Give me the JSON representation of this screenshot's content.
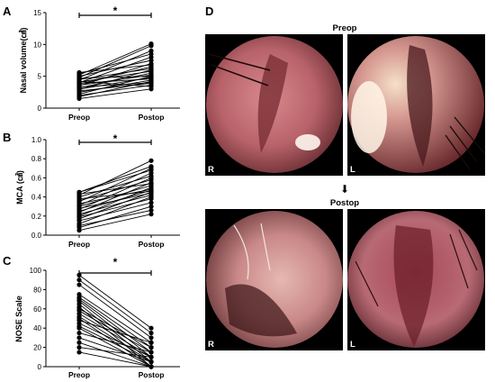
{
  "panels": {
    "A": {
      "label": "A"
    },
    "B": {
      "label": "B"
    },
    "C": {
      "label": "C"
    },
    "D": {
      "label": "D"
    }
  },
  "significance_mark": "*",
  "endoscopy": {
    "preop_title": "Preop",
    "postop_title": "Postop",
    "right_label": "R",
    "left_label": "L",
    "arrow": "⬇",
    "colors": {
      "mucosa": "#c9707a",
      "dark": "#2a1010",
      "bright": "#fff3e6"
    }
  },
  "chart_data": [
    {
      "type": "line",
      "panel": "A",
      "categories": [
        "Preop",
        "Postop"
      ],
      "ylabel": "Nasal volume(㎤)",
      "ylim": [
        0,
        15
      ],
      "yticks": [
        0,
        5,
        10,
        15
      ],
      "grid": false,
      "series": [
        {
          "values": [
            1.5,
            3.0
          ]
        },
        {
          "values": [
            1.8,
            4.2
          ]
        },
        {
          "values": [
            2.0,
            3.6
          ]
        },
        {
          "values": [
            2.2,
            5.0
          ]
        },
        {
          "values": [
            2.5,
            4.4
          ]
        },
        {
          "values": [
            2.7,
            3.9
          ]
        },
        {
          "values": [
            2.9,
            6.0
          ]
        },
        {
          "values": [
            3.0,
            4.8
          ]
        },
        {
          "values": [
            3.2,
            5.5
          ]
        },
        {
          "values": [
            3.3,
            4.0
          ]
        },
        {
          "values": [
            3.5,
            7.0
          ]
        },
        {
          "values": [
            3.6,
            5.2
          ]
        },
        {
          "values": [
            3.8,
            6.5
          ]
        },
        {
          "values": [
            3.9,
            4.6
          ]
        },
        {
          "values": [
            4.0,
            8.0
          ]
        },
        {
          "values": [
            4.1,
            5.8
          ]
        },
        {
          "values": [
            4.2,
            3.4
          ]
        },
        {
          "values": [
            4.4,
            9.0
          ]
        },
        {
          "values": [
            4.5,
            6.2
          ]
        },
        {
          "values": [
            4.7,
            5.0
          ]
        },
        {
          "values": [
            4.8,
            9.8
          ]
        },
        {
          "values": [
            5.0,
            7.5
          ]
        },
        {
          "values": [
            5.2,
            10.1
          ]
        },
        {
          "values": [
            5.4,
            8.5
          ]
        },
        {
          "values": [
            5.6,
            6.8
          ]
        }
      ]
    },
    {
      "type": "line",
      "panel": "B",
      "categories": [
        "Preop",
        "Postop"
      ],
      "ylabel": "MCA (㎠)",
      "ylim": [
        0.0,
        1.0
      ],
      "yticks": [
        0.0,
        0.2,
        0.4,
        0.6,
        0.8,
        1.0
      ],
      "grid": false,
      "series": [
        {
          "values": [
            0.05,
            0.22
          ]
        },
        {
          "values": [
            0.08,
            0.3
          ]
        },
        {
          "values": [
            0.1,
            0.26
          ]
        },
        {
          "values": [
            0.12,
            0.4
          ]
        },
        {
          "values": [
            0.15,
            0.34
          ]
        },
        {
          "values": [
            0.17,
            0.45
          ]
        },
        {
          "values": [
            0.19,
            0.38
          ]
        },
        {
          "values": [
            0.2,
            0.5
          ]
        },
        {
          "values": [
            0.22,
            0.42
          ]
        },
        {
          "values": [
            0.24,
            0.55
          ]
        },
        {
          "values": [
            0.25,
            0.47
          ]
        },
        {
          "values": [
            0.27,
            0.6
          ]
        },
        {
          "values": [
            0.28,
            0.44
          ]
        },
        {
          "values": [
            0.3,
            0.52
          ]
        },
        {
          "values": [
            0.31,
            0.65
          ]
        },
        {
          "values": [
            0.33,
            0.48
          ]
        },
        {
          "values": [
            0.35,
            0.7
          ]
        },
        {
          "values": [
            0.36,
            0.58
          ]
        },
        {
          "values": [
            0.38,
            0.46
          ]
        },
        {
          "values": [
            0.4,
            0.62
          ]
        },
        {
          "values": [
            0.42,
            0.78
          ]
        },
        {
          "values": [
            0.43,
            0.54
          ]
        },
        {
          "values": [
            0.45,
            0.68
          ]
        },
        {
          "values": [
            0.45,
            0.72
          ]
        }
      ]
    },
    {
      "type": "line",
      "panel": "C",
      "categories": [
        "Preop",
        "Postop"
      ],
      "ylabel": "NOSE Scale",
      "ylim": [
        0,
        100
      ],
      "yticks": [
        0,
        20,
        40,
        60,
        80,
        100
      ],
      "grid": false,
      "series": [
        {
          "values": [
            95,
            40
          ]
        },
        {
          "values": [
            90,
            35
          ]
        },
        {
          "values": [
            85,
            30
          ]
        },
        {
          "values": [
            75,
            25
          ]
        },
        {
          "values": [
            72,
            20
          ]
        },
        {
          "values": [
            70,
            15
          ]
        },
        {
          "values": [
            68,
            10
          ]
        },
        {
          "values": [
            65,
            5
          ]
        },
        {
          "values": [
            62,
            0
          ]
        },
        {
          "values": [
            60,
            20
          ]
        },
        {
          "values": [
            58,
            15
          ]
        },
        {
          "values": [
            55,
            10
          ]
        },
        {
          "values": [
            52,
            5
          ]
        },
        {
          "values": [
            50,
            0
          ]
        },
        {
          "values": [
            48,
            25
          ]
        },
        {
          "values": [
            45,
            10
          ]
        },
        {
          "values": [
            42,
            5
          ]
        },
        {
          "values": [
            40,
            0
          ]
        },
        {
          "values": [
            35,
            15
          ]
        },
        {
          "values": [
            30,
            5
          ]
        },
        {
          "values": [
            25,
            0
          ]
        },
        {
          "values": [
            20,
            10
          ]
        },
        {
          "values": [
            15,
            0
          ]
        }
      ]
    }
  ]
}
